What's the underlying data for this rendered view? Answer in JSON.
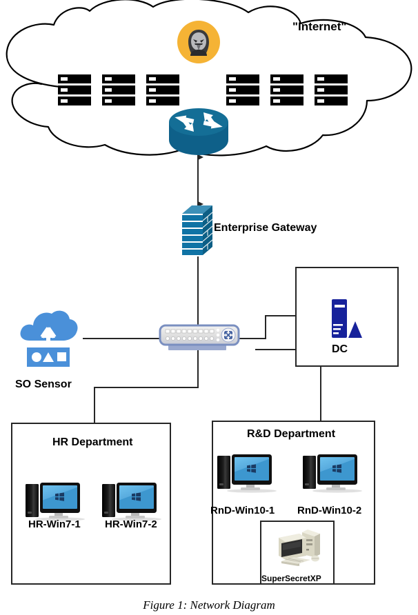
{
  "figure": {
    "caption": "Figure 1: Network Diagram"
  },
  "internet": {
    "label": "\"Internet\"",
    "cloud_icon": "cloud-outline",
    "attacker_icon": "hacker-avatar-icon",
    "attacker_badge_color": "#F5B335",
    "router_icon": "router-icon",
    "router_color": "#146E96",
    "server_icon": "server-rack-icon",
    "server_color": "#000000",
    "server_count": 6
  },
  "gateway": {
    "label": "Enterprise Gateway",
    "icon": "firewall-brick-wall-icon",
    "color": "#1073A5"
  },
  "sensor": {
    "label": "SO Sensor",
    "icon": "cloud-upload-sensor-icon",
    "color": "#4A90D9"
  },
  "switch": {
    "icon": "network-switch-icon",
    "body_color": "#E8E8E8",
    "trim_color": "#7A8FC0",
    "badge_icon": "crossed-arrows-icon"
  },
  "dc": {
    "label": "DC",
    "icon": "server-tower-icon",
    "color": "#17229B"
  },
  "hr_department": {
    "title": "HR Department",
    "hosts": [
      {
        "label": "HR-Win7-1",
        "icon": "windows-desktop-pc-icon"
      },
      {
        "label": "HR-Win7-2",
        "icon": "windows-desktop-pc-icon"
      }
    ]
  },
  "rnd_department": {
    "title": "R&D Department",
    "hosts": [
      {
        "label": "RnD-Win10-1",
        "icon": "windows-desktop-pc-icon"
      },
      {
        "label": "RnD-Win10-2",
        "icon": "windows-desktop-pc-icon"
      }
    ],
    "nested": {
      "label": "SuperSecretXP",
      "icon": "legacy-crt-pc-icon"
    }
  },
  "colors": {
    "line": "#262626",
    "screen_blue": "#4FA8DC",
    "tower_black": "#111111"
  }
}
